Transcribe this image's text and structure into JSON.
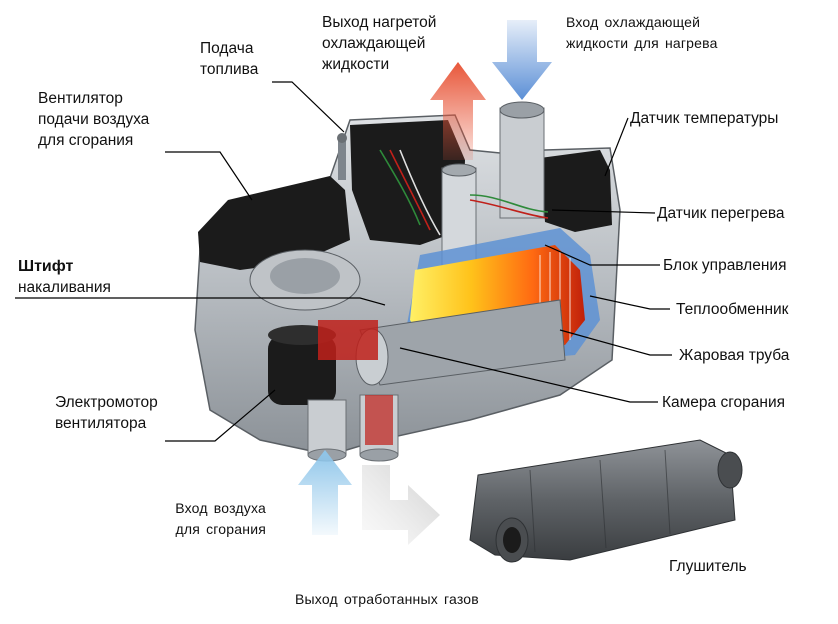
{
  "labels": {
    "fuel_supply": [
      "Подача",
      "топлива"
    ],
    "hot_coolant_out": [
      "Выход нагретой",
      "охлаждающей",
      "жидкости"
    ],
    "coolant_in": [
      "Вход охлаждающей",
      "жидкости для нагрева"
    ],
    "combustion_fan": [
      "Вентилятор",
      "подачи воздуха",
      "для сгорания"
    ],
    "temperature_sensor": "Датчик температуры",
    "overheat_sensor": "Датчик перегрева",
    "control_unit": "Блок управления",
    "glow_pin": [
      "Штифт",
      "накаливания"
    ],
    "heat_exchanger": "Теплообменник",
    "flame_tube": "Жаровая труба",
    "combustion_chamber": "Камера сгорания",
    "fan_motor": [
      "Электромотор",
      "вентилятора"
    ],
    "air_intake": [
      "Вход воздуха",
      "для сгорания"
    ],
    "muffler": "Глушитель",
    "exhaust_out": "Выход отработанных газов"
  },
  "colors": {
    "hot_arrow": "#e8573a",
    "cold_arrow": "#5b8fd6",
    "air_arrow": "#8fc6ea",
    "exhaust_arrow": "#d6d6d6",
    "housing_dark": "#1b1b1b",
    "housing_light": "#bfc3c7",
    "flame": "#ff7a1a",
    "leader_line": "#000000"
  }
}
